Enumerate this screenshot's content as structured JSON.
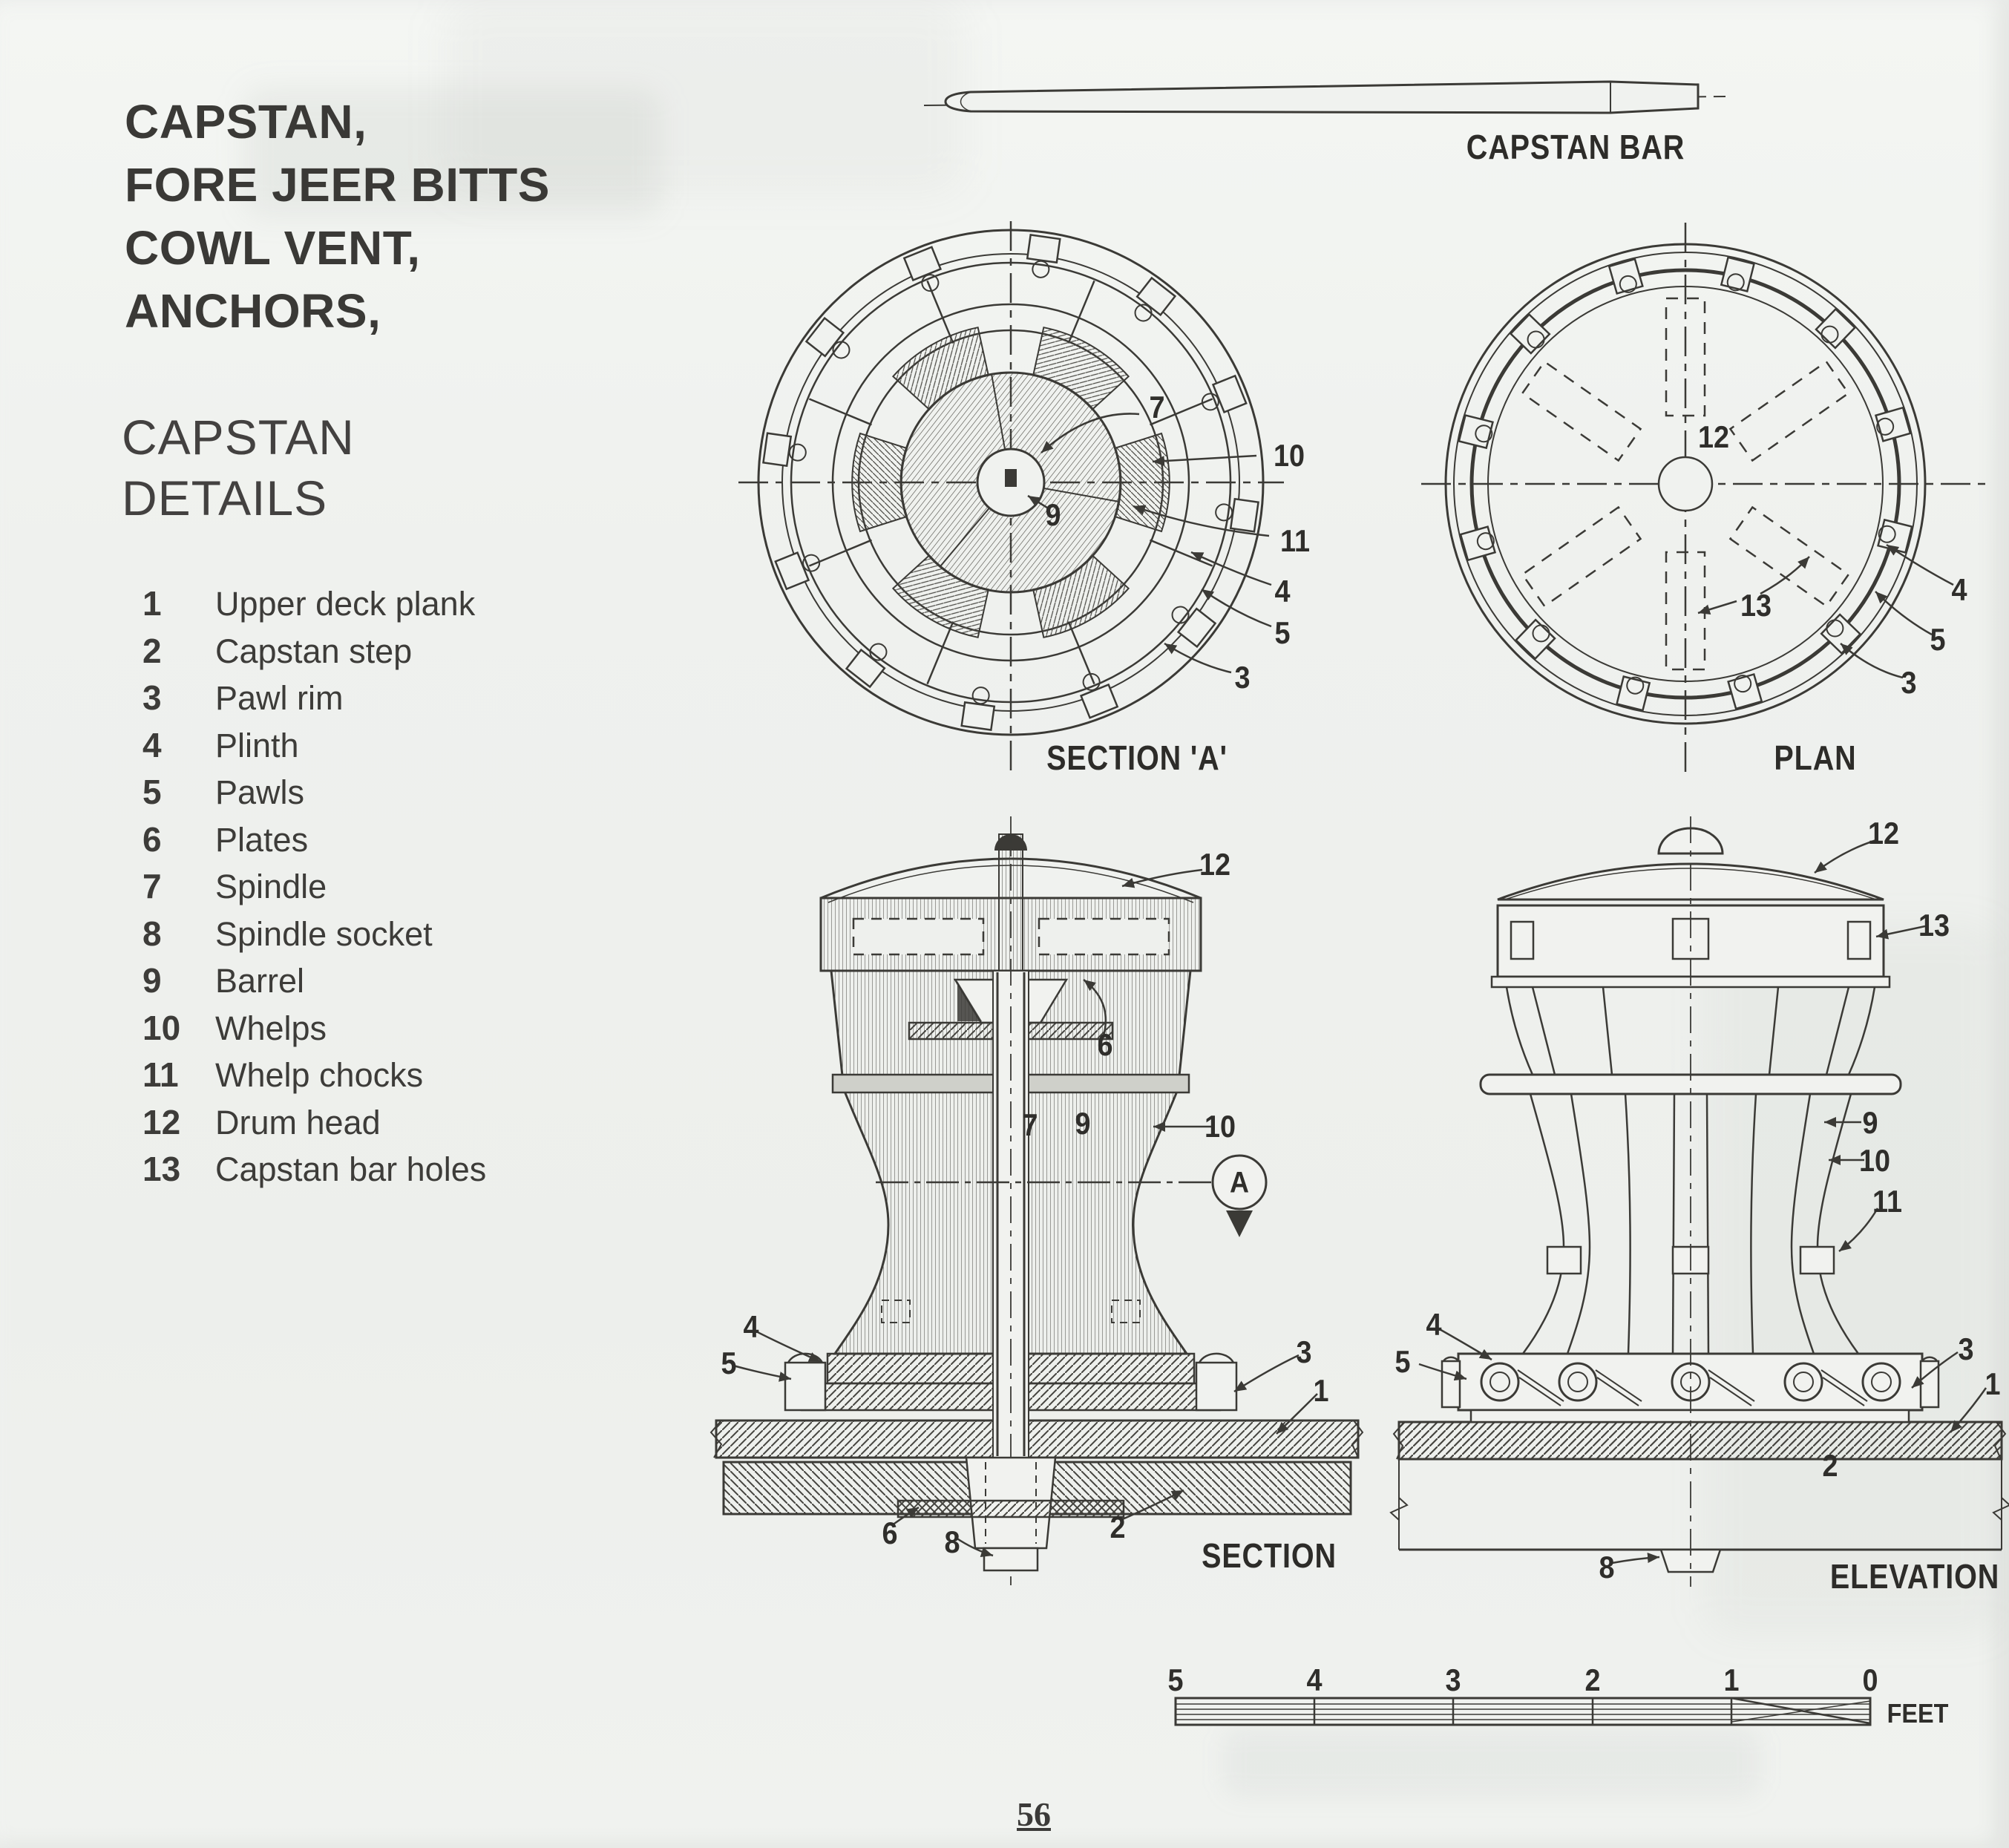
{
  "page": {
    "title_lines": [
      "CAPSTAN,",
      "FORE JEER BITTS",
      "COWL VENT,",
      "ANCHORS,"
    ],
    "subtitle_lines": [
      "CAPSTAN",
      "DETAILS"
    ],
    "page_number": "56",
    "ink_color": "#3b3a36",
    "paper_color": "#eff1ee"
  },
  "parts_list": [
    {
      "num": "1",
      "label": "Upper deck plank"
    },
    {
      "num": "2",
      "label": "Capstan step"
    },
    {
      "num": "3",
      "label": "Pawl rim"
    },
    {
      "num": "4",
      "label": "Plinth"
    },
    {
      "num": "5",
      "label": "Pawls"
    },
    {
      "num": "6",
      "label": "Plates"
    },
    {
      "num": "7",
      "label": "Spindle"
    },
    {
      "num": "8",
      "label": "Spindle socket"
    },
    {
      "num": "9",
      "label": "Barrel"
    },
    {
      "num": "10",
      "label": "Whelps"
    },
    {
      "num": "11",
      "label": "Whelp chocks"
    },
    {
      "num": "12",
      "label": "Drum head"
    },
    {
      "num": "13",
      "label": "Capstan bar holes"
    }
  ],
  "drawings": {
    "capstan_bar": {
      "label": "CAPSTAN BAR"
    },
    "section_a": {
      "label": "SECTION 'A'",
      "callouts": {
        "c7": "7",
        "c9": "9",
        "c10": "10",
        "c11": "11",
        "c4": "4",
        "c5": "5",
        "c3": "3"
      }
    },
    "plan": {
      "label": "PLAN",
      "callouts": {
        "c12": "12",
        "c13": "13",
        "c4": "4",
        "c5": "5",
        "c3": "3"
      }
    },
    "section": {
      "label": "SECTION",
      "callouts": {
        "c12": "12",
        "c6a": "6",
        "c7": "7",
        "c9": "9",
        "c10": "10",
        "cA": "A",
        "c4": "4",
        "c5": "5",
        "c3": "3",
        "c1": "1",
        "c6b": "6",
        "c8": "8",
        "c2": "2"
      }
    },
    "elevation": {
      "label": "ELEVATION",
      "callouts": {
        "c12": "12",
        "c13": "13",
        "c9": "9",
        "c10": "10",
        "c11": "11",
        "c4": "4",
        "c5": "5",
        "c3": "3",
        "c1": "1",
        "c2": "2",
        "c8": "8"
      }
    },
    "scale_bar": {
      "ticks": [
        "5",
        "4",
        "3",
        "2",
        "1",
        "0"
      ],
      "unit": "FEET"
    }
  }
}
